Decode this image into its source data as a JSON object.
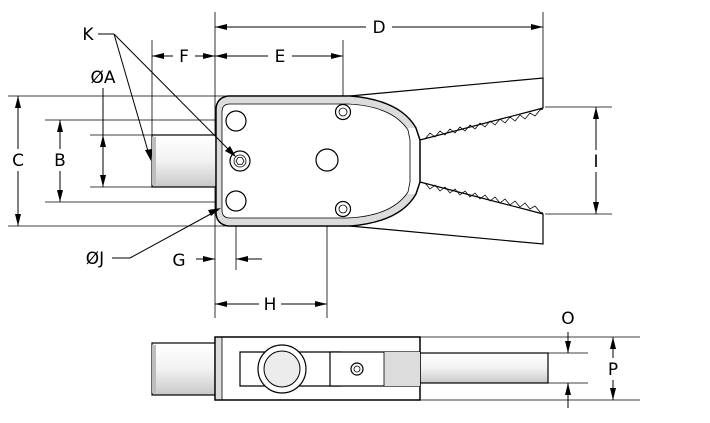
{
  "labels": {
    "K": "K",
    "A": "ØA",
    "F": "F",
    "E": "E",
    "D": "D",
    "C": "C",
    "B": "B",
    "I": "I",
    "J": "ØJ",
    "G": "G",
    "H": "H",
    "O": "O",
    "P": "P"
  },
  "colors": {
    "line": "#000000",
    "background": "#ffffff",
    "shading": "#dcdcdc"
  }
}
